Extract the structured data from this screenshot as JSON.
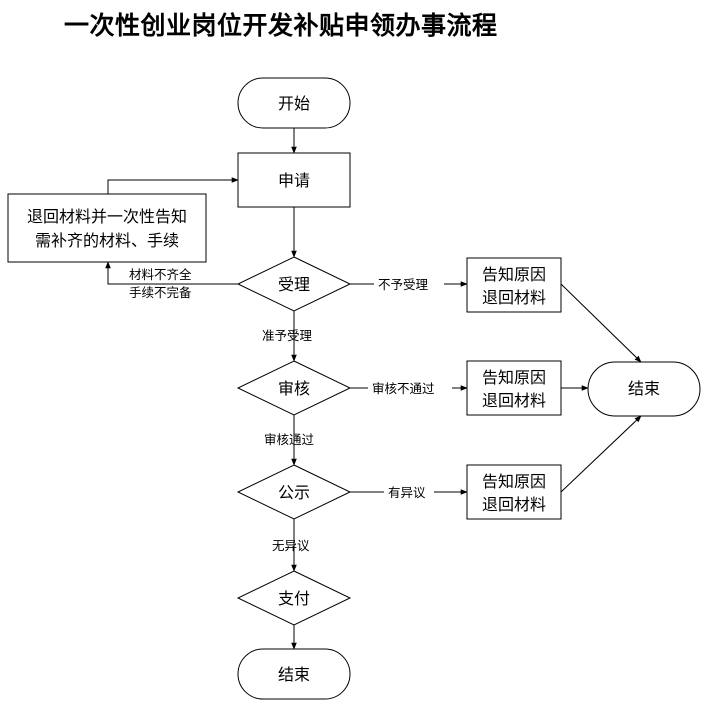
{
  "title": "一次性创业岗位开发补贴申领办事流程",
  "nodes": {
    "start": "开始",
    "apply": "申请",
    "return_supplement_line1": "退回材料并一次性告知",
    "return_supplement_line2": "需补齐的材料、手续",
    "accept": "受理",
    "reject1_line1": "告知原因",
    "reject1_line2": "退回材料",
    "review": "审核",
    "reject2_line1": "告知原因",
    "reject2_line2": "退回材料",
    "end_right": "结束",
    "publicize": "公示",
    "reject3_line1": "告知原因",
    "reject3_line2": "退回材料",
    "pay": "支付",
    "end": "结束"
  },
  "edges": {
    "incomplete_line1": "材料不齐全",
    "incomplete_line2": "手续不完备",
    "not_accepted": "不予受理",
    "accepted": "准予受理",
    "review_failed": "审核不通过",
    "review_passed": "审核通过",
    "objection": "有异议",
    "no_objection": "无异议"
  }
}
